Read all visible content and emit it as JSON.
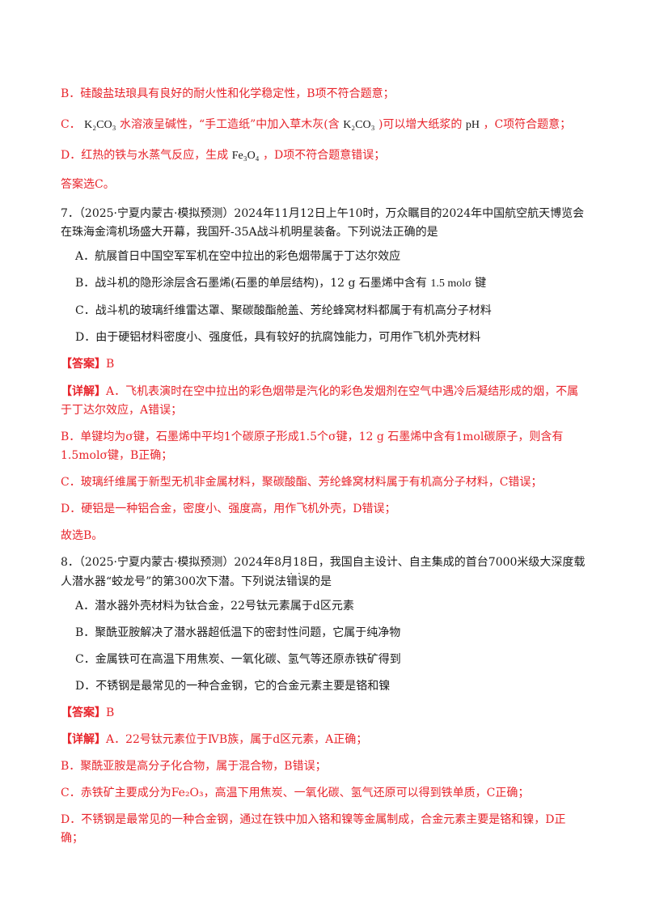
{
  "colors": {
    "answer_red": "#e8242b",
    "text": "#1a1a1a"
  },
  "prev": {
    "b": "B．硅酸盐珐琅具有良好的耐火性和化学稳定性，B项不符合题意；",
    "c": {
      "pre": "C．",
      "f1": "K₂CO₃",
      "mid1": "水溶液呈碱性，“手工造纸”中加入草木灰(含",
      "f2": "K₂CO₃",
      "mid2": ")可以增大纸浆的",
      "f3": "pH",
      "post": "，C项符合题意；"
    },
    "d": {
      "pre": "D．红热的铁与水蒸气反应，生成",
      "f": "Fe₃O₄",
      "post": "，D项不符合题意错误；"
    },
    "conclusion": "答案选C。"
  },
  "q7": {
    "stem1": "7．（2025·宁夏内蒙古·模拟预测）2024年11月12日上午10时，万众瞩目的2024年中国航空航天博览会",
    "stem2": "在珠海金湾机场盛大开幕，我国歼-35A战斗机明星装备。下列说法正确的是",
    "a": "A．航展首日中国空军军机在空中拉出的彩色烟带属于丁达尔效应",
    "b_pre": "B．战斗机的隐形涂层含石墨烯(石墨的单层结构)，12 g 石墨烯中含有",
    "b_f": "1.5 molσ",
    "b_post": "键",
    "c": "C．战斗机的玻璃纤维雷达罩、聚碳酸酯舱盖、芳纶蜂窝材料都属于有机高分子材料",
    "d": "D．由于硬铝材料密度小、强度低，具有较好的抗腐蚀能力，可用作飞机外壳材料",
    "answer_tag": "【答案】",
    "answer": "B",
    "detail_tag": "【详解】",
    "detail_a1": "A．飞机表演时在空中拉出的彩色烟带是汽化的彩色发烟剂在空气中遇冷后凝结形成的烟，不属",
    "detail_a2": "于丁达尔效应，A错误；",
    "detail_b1": "B．单键均为σ键，石墨烯中平均1个碳原子形成1.5个σ键，12 g 石墨烯中含有1mol碳原子，则含有",
    "detail_b2": "1.5molσ键，B正确；",
    "detail_c": "C．玻璃纤维属于新型无机非金属材料，聚碳酸酯、芳纶蜂窝材料属于有机高分子材料，C错误；",
    "detail_d": "D．硬铝是一种铝合金，密度小、强度高，用作飞机外壳，D错误；",
    "conclusion": "故选B。"
  },
  "q8": {
    "stem1": "8．（2025·宁夏内蒙古·模拟预测）2024年8月18日，我国自主设计、自主集成的首台7000米级大深度载",
    "stem2_pre": "人潜水器“蛟龙号”的第300次下潜。下列说法",
    "stem2_emph": "错误",
    "stem2_post": "的是",
    "a": "A．潜水器外壳材料为钛合金，22号钛元素属于d区元素",
    "b": "B．聚酰亚胺解决了潜水器超低温下的密封性问题，它属于纯净物",
    "c": "C．金属铁可在高温下用焦炭、一氧化碳、氢气等还原赤铁矿得到",
    "d": "D．不锈钢是最常见的一种合金钢，它的合金元素主要是铬和镍",
    "answer_tag": "【答案】",
    "answer": "B",
    "detail_tag": "【详解】",
    "detail_a": "A．22号钛元素位于ⅣB族，属于d区元素，A正确；",
    "detail_b": "B．聚酰亚胺是高分子化合物，属于混合物，B错误；",
    "detail_c": "C．赤铁矿主要成分为Fe₂O₃，高温下用焦炭、一氧化碳、氢气还原可以得到铁单质，C正确；",
    "detail_d1": "D．不锈钢是最常见的一种合金钢，通过在铁中加入铬和镍等金属制成，合金元素主要是铬和镍，D正",
    "detail_d2": "确；"
  }
}
